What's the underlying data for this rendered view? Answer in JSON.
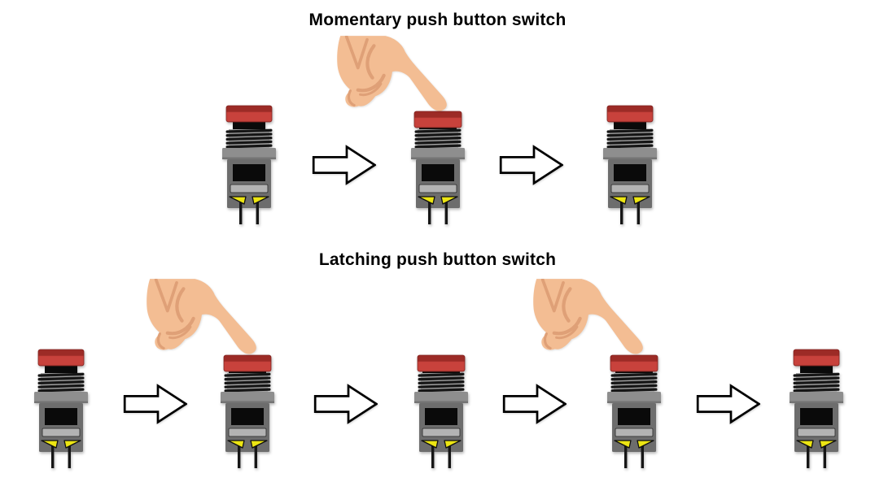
{
  "diagram": {
    "background": "#ffffff",
    "colors": {
      "cap_red": "#c8423c",
      "cap_red_dark": "#9c2b26",
      "thread_gray": "#a4a4a4",
      "stripe_black": "#161616",
      "collar_gray": "#8e8e8e",
      "body_gray": "#6d6d6d",
      "window_black": "#0a0a0a",
      "slider_gray": "#b3b3b3",
      "contact_yellow": "#ece513",
      "hand_skin": "#f3bd93",
      "hand_shade": "#dfa077",
      "arrow_fill": "#ffffff",
      "arrow_outline": "#000000",
      "title_text": "#000000"
    },
    "sections": [
      {
        "id": "momentary",
        "title": "Momentary push button switch",
        "steps": [
          {
            "kind": "switch",
            "state": "released",
            "hand": false
          },
          {
            "kind": "arrow"
          },
          {
            "kind": "switch",
            "state": "pressed",
            "hand": true
          },
          {
            "kind": "arrow"
          },
          {
            "kind": "switch",
            "state": "released",
            "hand": false
          }
        ]
      },
      {
        "id": "latching",
        "title": "Latching push button switch",
        "steps": [
          {
            "kind": "switch",
            "state": "released",
            "hand": false
          },
          {
            "kind": "arrow"
          },
          {
            "kind": "switch",
            "state": "pressed",
            "hand": true
          },
          {
            "kind": "arrow"
          },
          {
            "kind": "switch",
            "state": "pressed",
            "hand": false
          },
          {
            "kind": "arrow"
          },
          {
            "kind": "switch",
            "state": "pressed",
            "hand": true
          },
          {
            "kind": "arrow"
          },
          {
            "kind": "switch",
            "state": "released",
            "hand": false
          }
        ]
      }
    ]
  }
}
